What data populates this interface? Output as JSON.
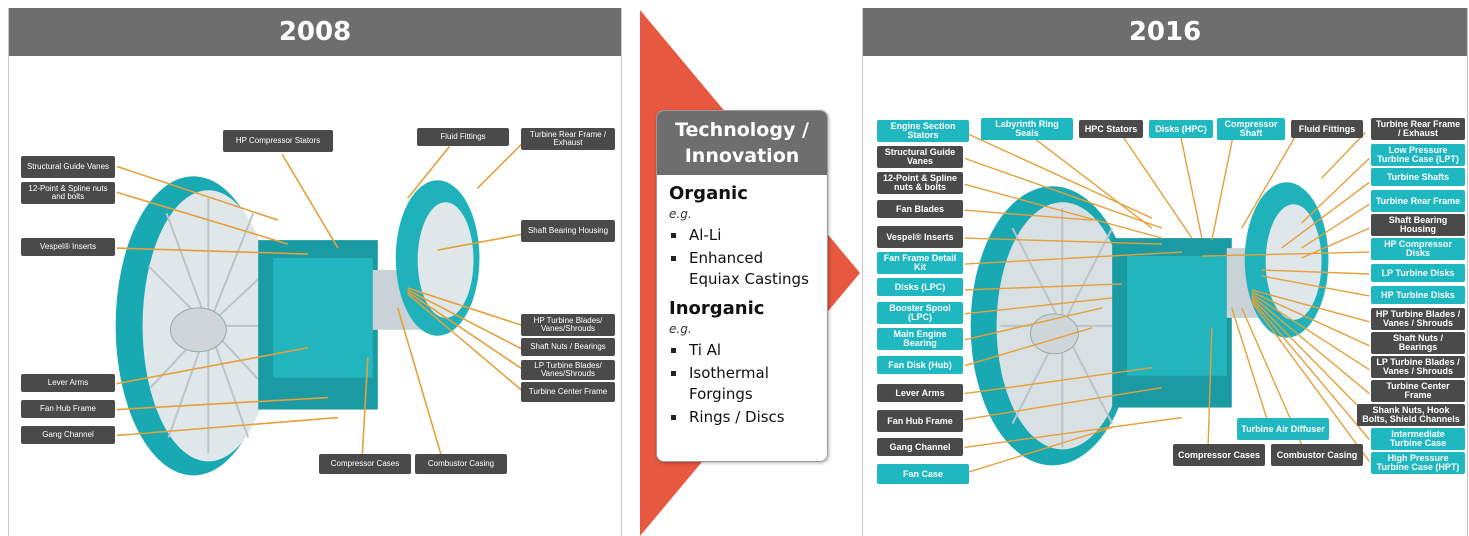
{
  "left_panel": {
    "year": "2008",
    "labels": [
      "HP Compressor Stators",
      "Fluid Fittings",
      "Turbine Rear Frame / Exhaust",
      "Structural Guide Vanes",
      "12-Point & Spline nuts and bolts",
      "Vespel® Inserts",
      "Shaft Bearing Housing",
      "HP Turbine Blades/ Vanes/Shrouds",
      "Shaft Nuts / Bearings",
      "LP Turbine Blades/ Vanes/Shrouds",
      "Turbine Center Frame",
      "Lever Arms",
      "Fan Hub Frame",
      "Gang Channel",
      "Compressor Cases",
      "Combustor Casing"
    ]
  },
  "center": {
    "title": "Technology / Innovation",
    "organic": {
      "title": "Organic",
      "eg": "e.g.",
      "items": [
        "Al-Li",
        "Enhanced Equiax Castings"
      ]
    },
    "inorganic": {
      "title": "Inorganic",
      "eg": "e.g.",
      "items": [
        "Ti Al",
        "Isothermal Forgings",
        "Rings / Discs"
      ]
    },
    "colors": {
      "arrow": "#e8573f",
      "header": "#6e6e6e"
    }
  },
  "right_panel": {
    "year": "2016",
    "labels": [
      "Engine Section Stators",
      "Labyrinth Ring Seals",
      "HPC Stators",
      "Disks (HPC)",
      "Compressor Shaft",
      "Fluid Fittings",
      "Turbine Rear Frame / Exhaust",
      "Structural Guide Vanes",
      "12-Point & Spline nuts & bolts",
      "Fan Blades",
      "Vespel® Inserts",
      "Fan Frame Detail Kit",
      "Disks (LPC)",
      "Booster Spool (LPC)",
      "Main Engine Bearing",
      "Fan Disk (Hub)",
      "Lever Arms",
      "Fan Hub Frame",
      "Gang Channel",
      "Fan Case",
      "Low Pressure Turbine Case (LPT)",
      "Turbine Shafts",
      "Turbine Rear Frame",
      "Shaft Bearing Housing",
      "HP Compressor Disks",
      "LP Turbine Disks",
      "HP Turbine Disks",
      "HP Turbine Blades / Vanes / Shrouds",
      "Shaft Nuts / Bearings",
      "LP Turbine Blades / Vanes / Shrouds",
      "Turbine Center Frame",
      "Shank Nuts, Hook Bolts, Shield Channels",
      "Intermediate Turbine Case",
      "High Pressure Turbine Case (HPT)",
      "Turbine Air Diffuser",
      "Compressor Cases",
      "Combustor Casing"
    ]
  },
  "colors": {
    "label_dark": "#4a4a4a",
    "label_cyan": "#1fb8c1",
    "leader": "#e5a03a",
    "engine": "#1fb8c1"
  }
}
